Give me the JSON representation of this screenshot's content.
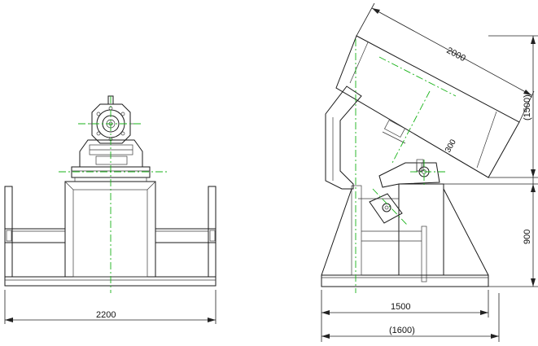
{
  "dimensions": {
    "front_width": "2200",
    "side_base_width": "1500",
    "side_overall_width": "(1600)",
    "drum_length": "2000",
    "drum_offset": "300",
    "overall_height": "(1500)",
    "pivot_height": "900"
  },
  "colors": {
    "line": "#1a1a1a",
    "centerline": "#19b319",
    "background": "#ffffff"
  }
}
